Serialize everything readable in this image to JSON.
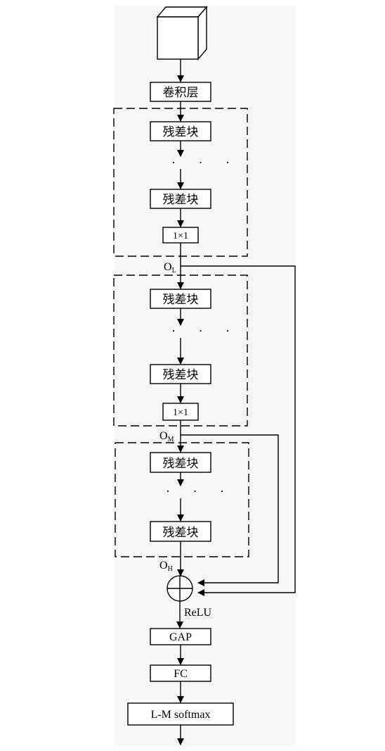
{
  "blocks": {
    "conv": "卷积层",
    "residual": "残差块",
    "ellipsis": "·  ·  ·",
    "conv1x1": "1×1",
    "gap": "GAP",
    "fc": "FC",
    "softmax": "L-M softmax"
  },
  "outputs": {
    "low": {
      "base": "O",
      "sub": "L"
    },
    "mid": {
      "base": "O",
      "sub": "M"
    },
    "high": {
      "base": "O",
      "sub": "H"
    }
  },
  "activation": "ReLU",
  "fusion_symbol": "⊕"
}
